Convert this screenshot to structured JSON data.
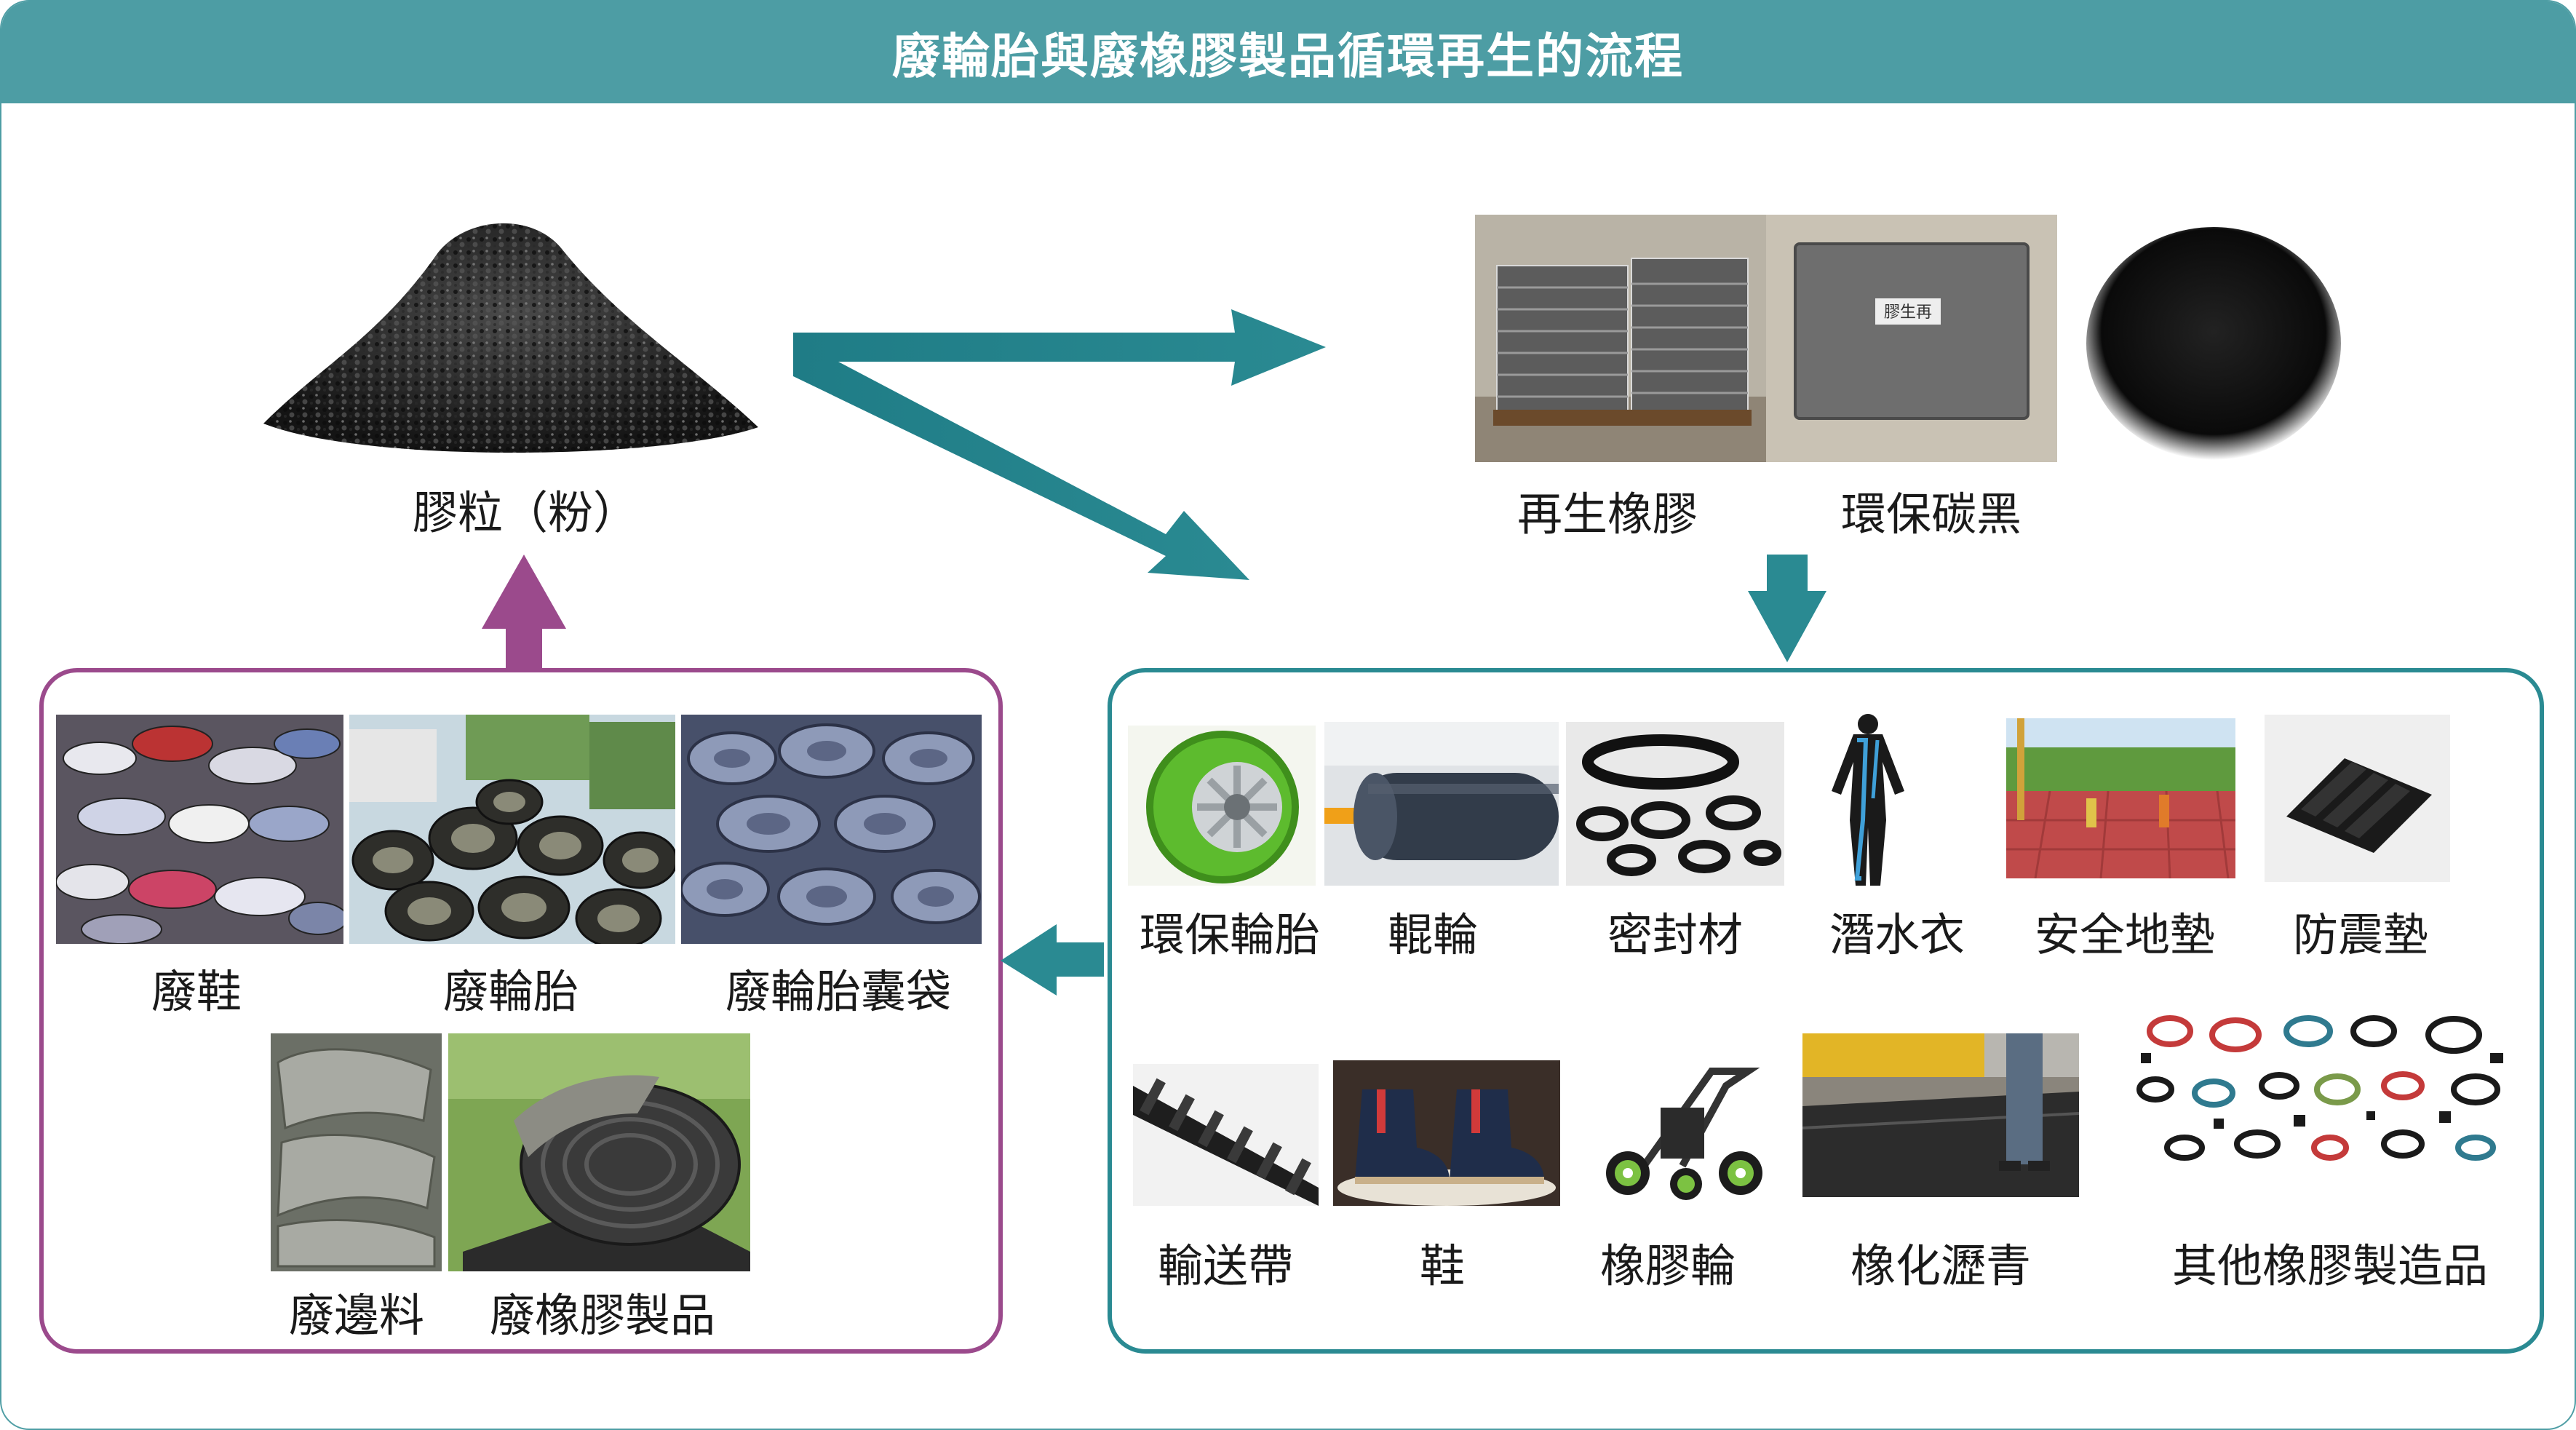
{
  "title": "廢輪胎與廢橡膠製品循環再生的流程",
  "colors": {
    "teal": "#2a8a92",
    "title_bar": "#4d9da4",
    "purple": "#9b4a8c"
  },
  "granules": {
    "label": "膠粒（粉）"
  },
  "recycled": {
    "rubber_label": "再生橡膠",
    "block_text": "膠生再",
    "carbon_label": "環保碳黑"
  },
  "waste": {
    "items": [
      {
        "label": "廢鞋"
      },
      {
        "label": "廢輪胎"
      },
      {
        "label": "廢輪胎囊袋"
      },
      {
        "label": "廢邊料"
      },
      {
        "label": "廢橡膠製品"
      }
    ]
  },
  "products": {
    "items": [
      {
        "label": "環保輪胎"
      },
      {
        "label": "輥輪"
      },
      {
        "label": "密封材"
      },
      {
        "label": "潛水衣"
      },
      {
        "label": "安全地墊"
      },
      {
        "label": "防震墊"
      },
      {
        "label": "輸送帶"
      },
      {
        "label": "鞋"
      },
      {
        "label": "橡膠輪"
      },
      {
        "label": "橡化瀝青"
      },
      {
        "label": "其他橡膠製造品"
      }
    ]
  }
}
